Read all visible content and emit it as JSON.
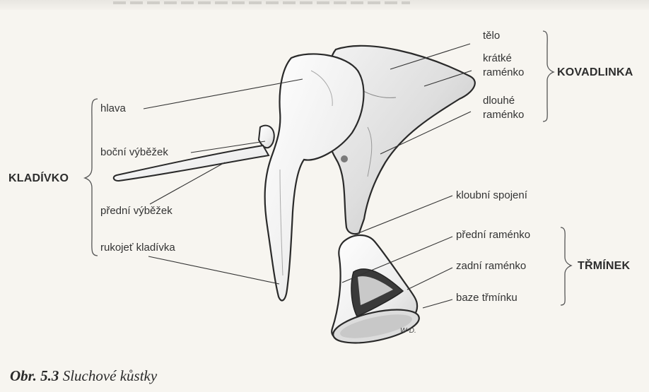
{
  "groups": {
    "malleus": "KLADÍVKO",
    "incus": "KOVADLINKA",
    "stapes": "TŘMÍNEK"
  },
  "labels": {
    "hlava": "hlava",
    "bocni_vybezek": "boční výběžek",
    "predni_vybezek": "přední výběžek",
    "rukojet": "rukojeť kladívka",
    "telo": "tělo",
    "kratke_1": "krátké",
    "kratke_2": "raménko",
    "dlouhe_1": "dlouhé",
    "dlouhe_2": "raménko",
    "kloubni_spojeni": "kloubní spojení",
    "predni_ramenko": "přední raménko",
    "zadni_ramenko": "zadní raménko",
    "baze": "baze třmínku"
  },
  "signature": "W·D.",
  "caption": {
    "number": "Obr. 5.3",
    "title": "Sluchové kůstky"
  }
}
